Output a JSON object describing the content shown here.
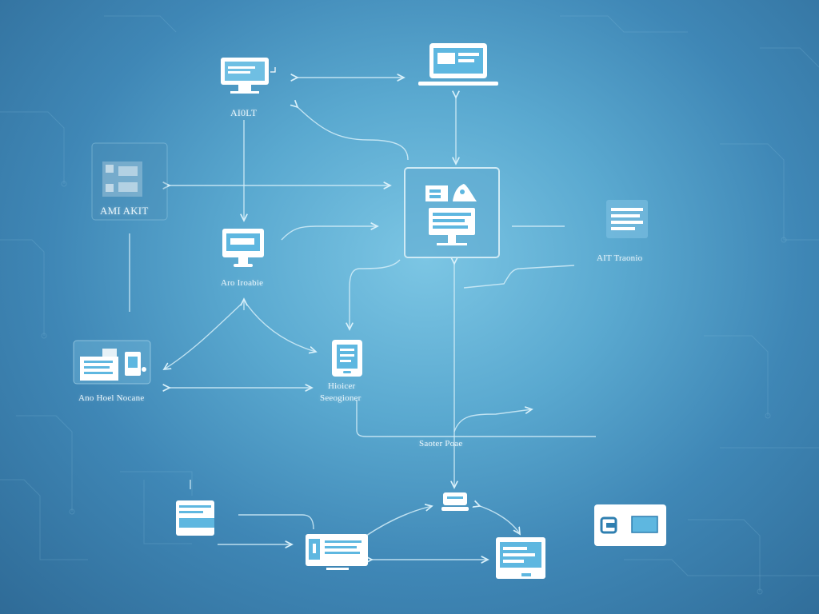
{
  "diagram": {
    "labels": {
      "top_left_device": "AI0LT",
      "left_panel": "AMI AKIT",
      "center_left_device": "Aro Iroabie",
      "right_device": "AIT Traonio",
      "bottom_left_device": "Ano Hoel Nocane",
      "tablet_line1": "Hioicer",
      "tablet_line2": "Seeogioner",
      "router": "Saoter Poae"
    },
    "colors": {
      "background_center": "#7cc6e4",
      "background_edge": "#2f6b97",
      "line": "#cfeaf5",
      "icon_fill": "#ffffff",
      "icon_accent": "#5eb7e0"
    }
  }
}
